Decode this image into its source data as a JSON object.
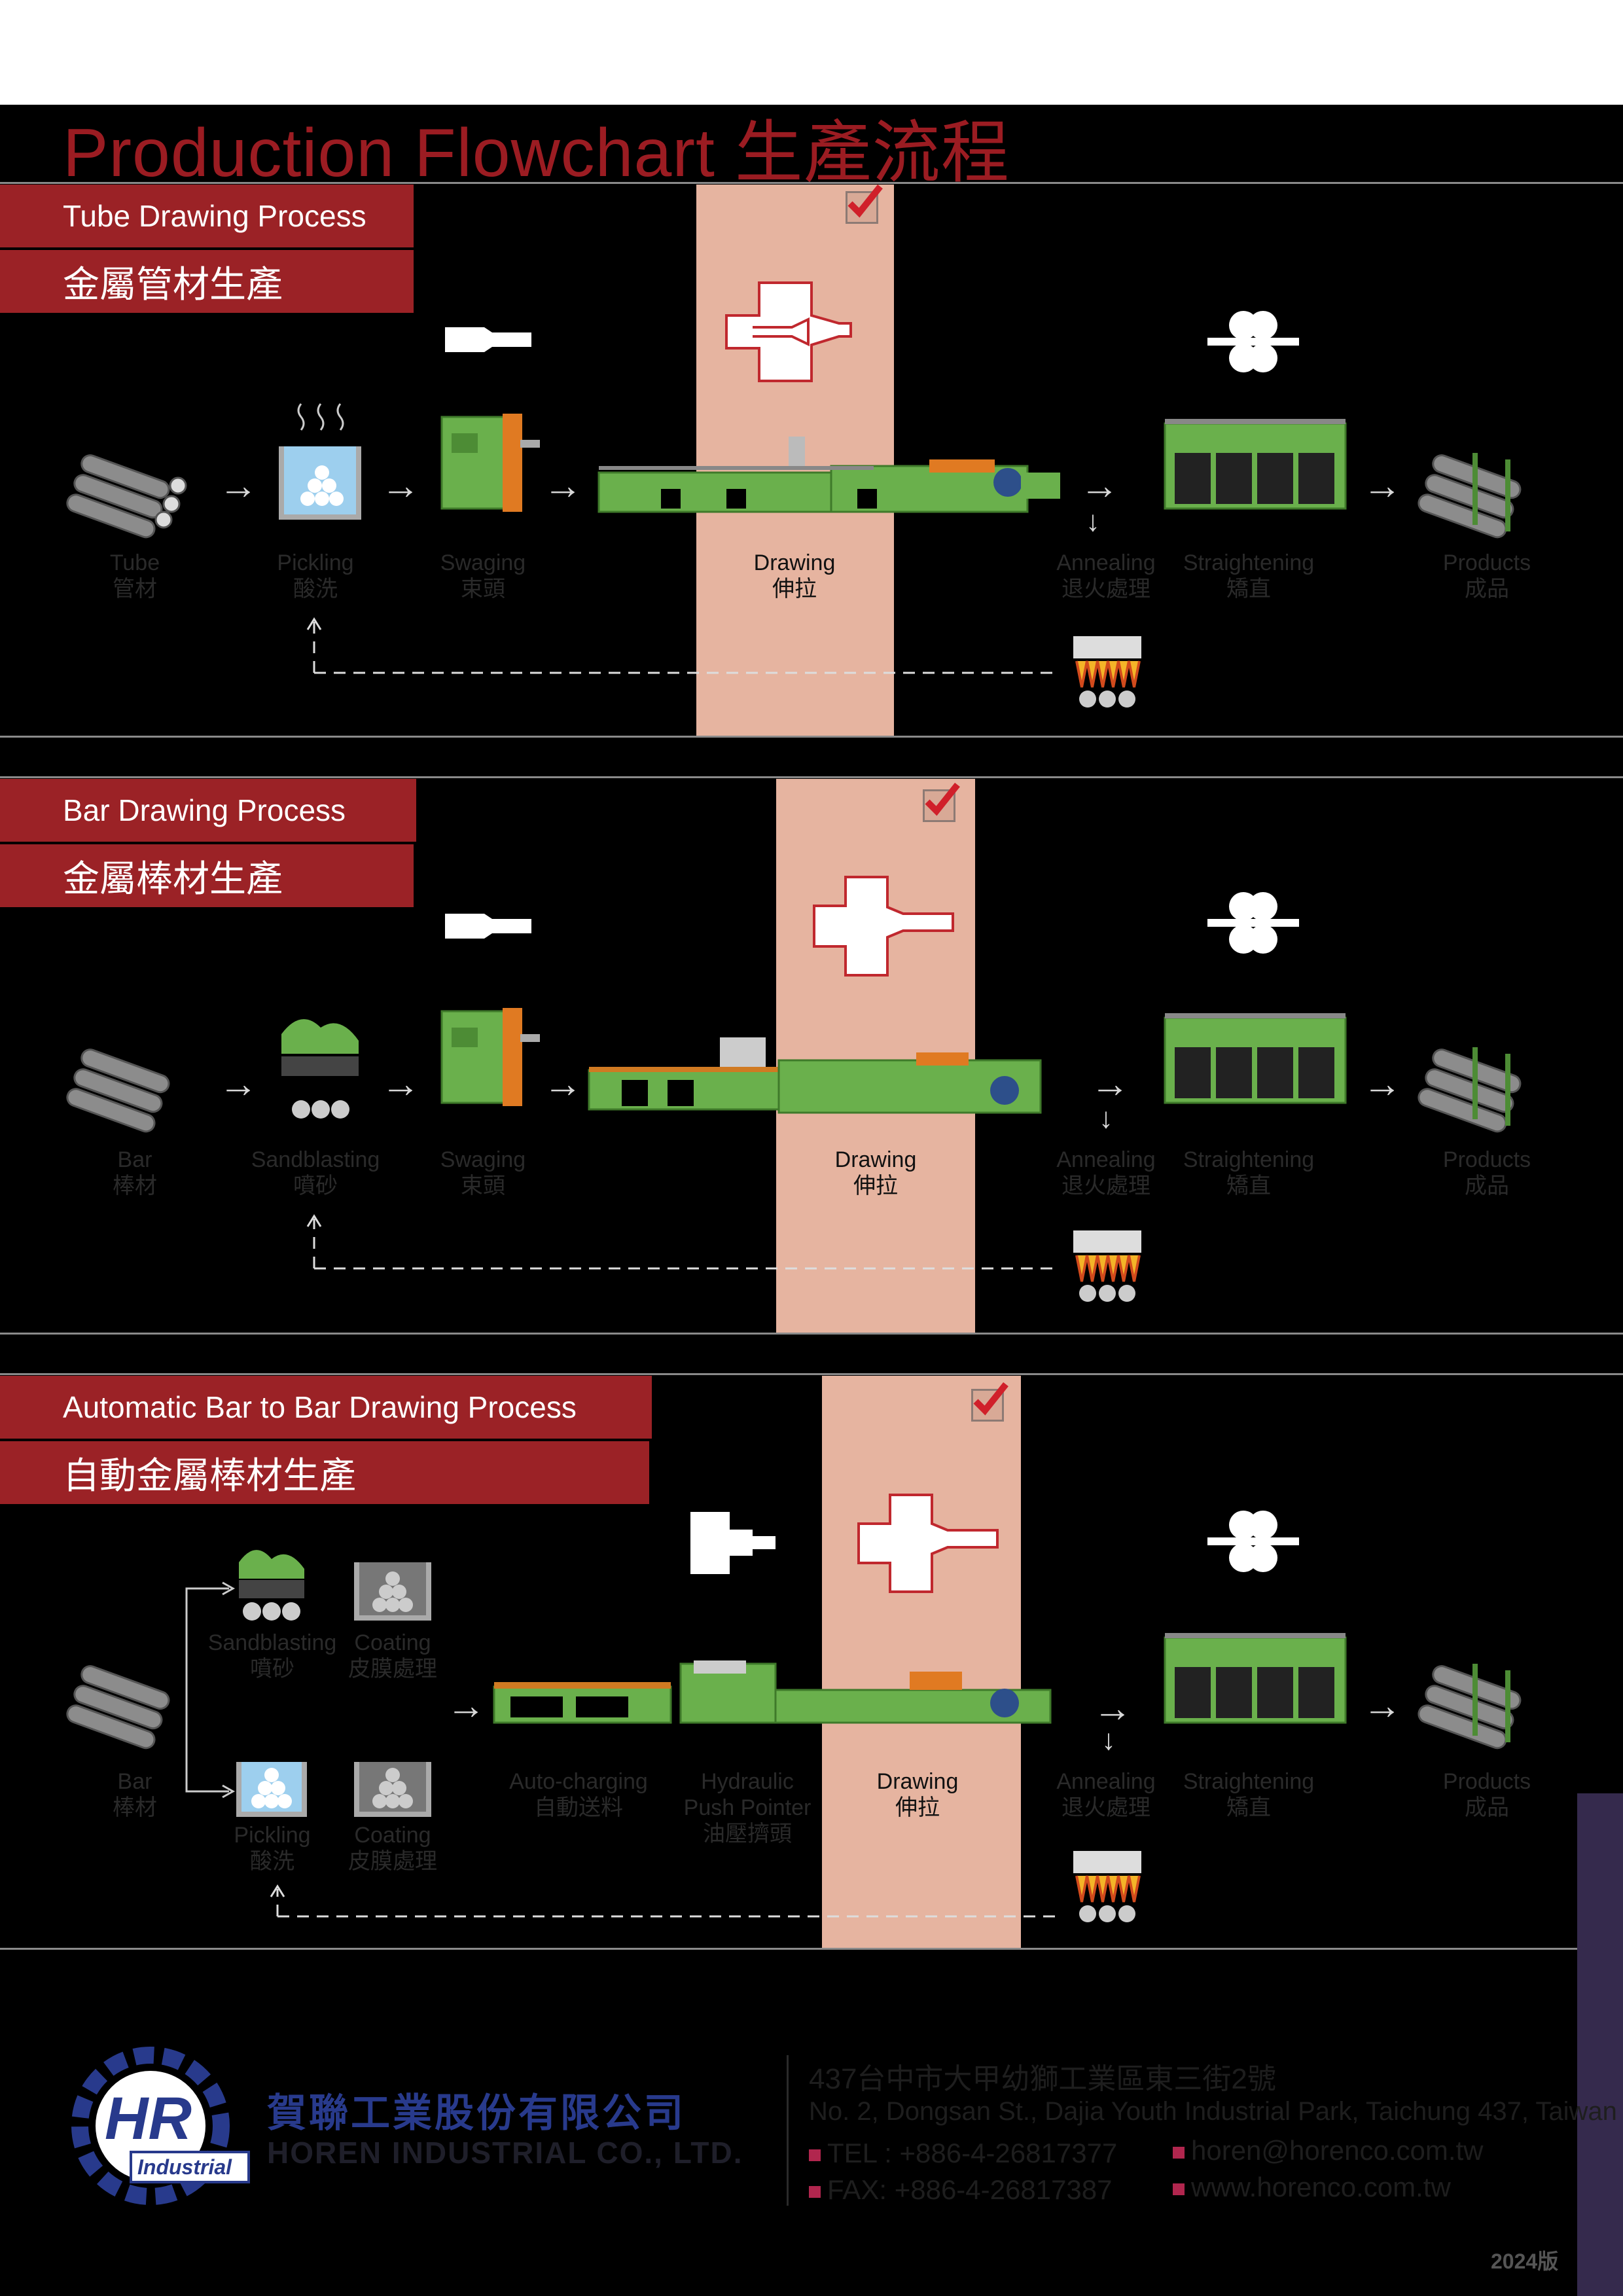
{
  "title": {
    "en": "Production Flowchart",
    "zh": "生產流程"
  },
  "sections": [
    {
      "tab_en": "Tube Drawing Process",
      "tab_zh": "金屬管材生產",
      "steps": [
        {
          "en": "Tube",
          "zh": "管材"
        },
        {
          "en": "Pickling",
          "zh": "酸洗"
        },
        {
          "en": "Swaging",
          "zh": "束頭"
        },
        {
          "en": "Drawing",
          "zh": "伸拉"
        },
        {
          "en": "Annealing",
          "zh": "退火處理"
        },
        {
          "en": "Straightening",
          "zh": "矯直"
        },
        {
          "en": "Products",
          "zh": "成品"
        }
      ]
    },
    {
      "tab_en": "Bar Drawing Process",
      "tab_zh": "金屬棒材生產",
      "steps": [
        {
          "en": "Bar",
          "zh": "棒材"
        },
        {
          "en": "Sandblasting",
          "zh": "噴砂"
        },
        {
          "en": "Swaging",
          "zh": "束頭"
        },
        {
          "en": "Drawing",
          "zh": "伸拉"
        },
        {
          "en": "Annealing",
          "zh": "退火處理"
        },
        {
          "en": "Straightening",
          "zh": "矯直"
        },
        {
          "en": "Products",
          "zh": "成品"
        }
      ]
    },
    {
      "tab_en": "Automatic Bar to Bar Drawing Process",
      "tab_zh": "自動金屬棒材生產",
      "steps": [
        {
          "en": "Bar",
          "zh": "棒材"
        },
        {
          "en": "Sandblasting",
          "zh": "噴砂"
        },
        {
          "en": "Coating",
          "zh": "皮膜處理"
        },
        {
          "en": "Pickling",
          "zh": "酸洗"
        },
        {
          "en": "Coating",
          "zh": "皮膜處理"
        },
        {
          "en": "Auto-charging",
          "zh": "自動送料"
        },
        {
          "en": "Hydraulic",
          "en2": "Push Pointer",
          "zh": "油壓擠頭"
        },
        {
          "en": "Drawing",
          "zh": "伸拉"
        },
        {
          "en": "Annealing",
          "zh": "退火處理"
        },
        {
          "en": "Straightening",
          "zh": "矯直"
        },
        {
          "en": "Products",
          "zh": "成品"
        }
      ]
    }
  ],
  "footer": {
    "company_zh": "賀聯工業股份有限公司",
    "company_en": "HOREN INDUSTRIAL CO., LTD.",
    "logo_letters": "HR",
    "logo_word": "Industrial",
    "address_zh": "437台中市大甲幼獅工業區東三街2號",
    "address_en": "No. 2, Dongsan St., Dajia Youth Industrial Park, Taichung 437, Taiwan",
    "tel": "TEL : +886-4-26817377",
    "fax": "FAX: +886-4-26817387",
    "email": "horen@horenco.com.tw",
    "web": "www.horenco.com.tw",
    "year": "2024版"
  },
  "colors": {
    "brand_red": "#9b2226",
    "machine_green": "#6ab04c",
    "highlight": "#e6b4a0",
    "accent_purple": "#352a4d"
  }
}
